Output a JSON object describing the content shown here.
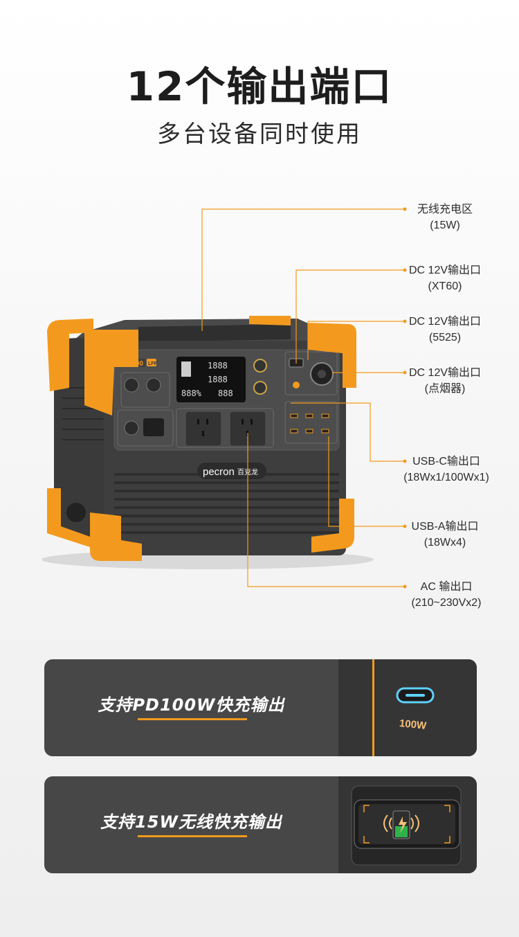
{
  "header": {
    "title": "12个输出端口",
    "subtitle": "多台设备同时使用"
  },
  "product": {
    "model_badge": "E1500",
    "model_suffix": "LFP",
    "brand_logo": "pecron",
    "brand_cn": "百克龙"
  },
  "callouts": [
    {
      "label": "无线充电区",
      "detail": "(15W)"
    },
    {
      "label": "DC 12V输出口",
      "detail": "(XT60)"
    },
    {
      "label": "DC 12V输出口",
      "detail": "(5525)"
    },
    {
      "label": "DC 12V输出口",
      "detail": "(点烟器)"
    },
    {
      "label": "USB-C输出口",
      "detail": "(18Wx1/100Wx1)"
    },
    {
      "label": "USB-A输出口",
      "detail": "(18Wx4)"
    },
    {
      "label": "AC 输出口",
      "detail": "(210~230Vx2)"
    }
  ],
  "banners": {
    "pd": {
      "text": "支持PD100W快充输出",
      "badge": "100W"
    },
    "wireless": {
      "text": "支持15W无线快充输出"
    }
  },
  "colors": {
    "accent_orange": "#f39a1e",
    "body_dark": "#3c3c3c",
    "banner_bg": "#474747"
  }
}
